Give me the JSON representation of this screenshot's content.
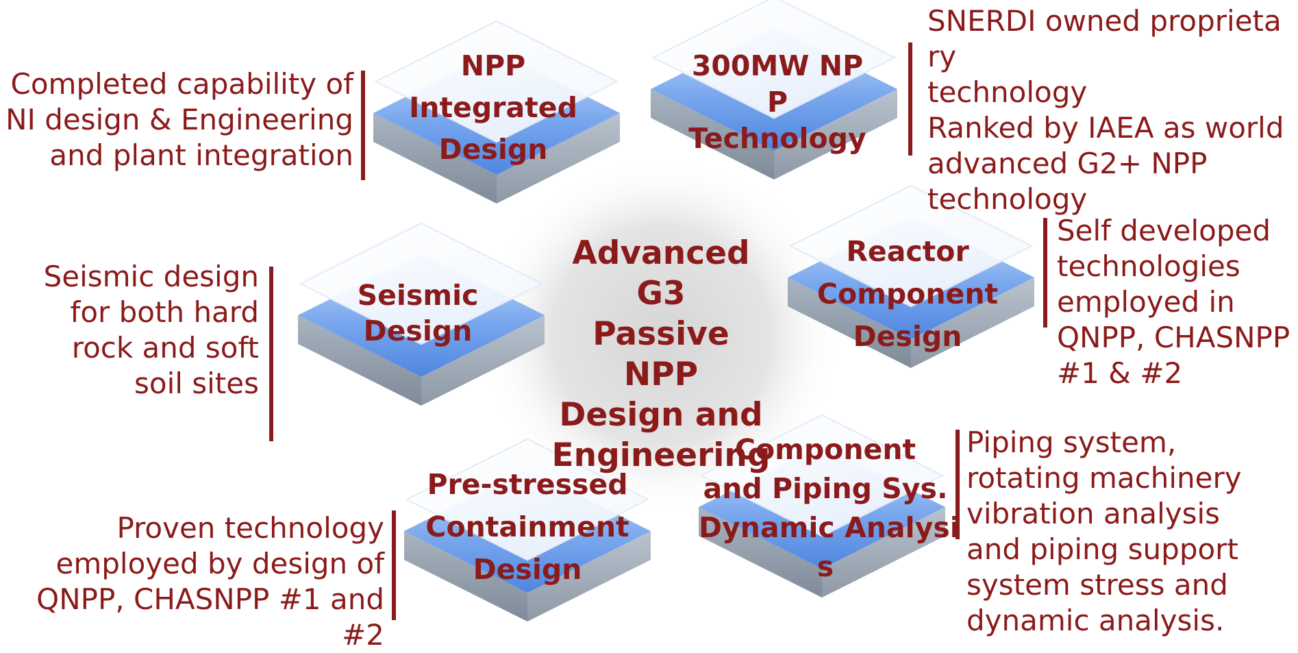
{
  "center": {
    "lines": [
      "Advanced",
      "G3",
      "Passive",
      "NPP",
      "Design and",
      "Engineering"
    ]
  },
  "tiles": {
    "npp_integrated": {
      "lines": [
        "NPP",
        "Integrated",
        "Design"
      ]
    },
    "mw300": {
      "lines": [
        "300MW NP",
        "P",
        "Technology"
      ]
    },
    "reactor": {
      "lines": [
        "Reactor",
        "Component",
        "Design"
      ]
    },
    "seismic": {
      "lines": [
        "Seismic",
        "Design"
      ]
    },
    "prestressed": {
      "lines": [
        "Pre-stressed",
        "Containment",
        "Design"
      ]
    },
    "component_piping": {
      "lines": [
        "Component",
        "and Piping Sys.",
        "Dynamic Analysi",
        "s"
      ]
    }
  },
  "notes": {
    "npp_integrated": {
      "lines": [
        "Completed capability of",
        "NI design & Engineering",
        "and plant integration"
      ]
    },
    "mw300": {
      "lines": [
        "SNERDI owned proprieta",
        "ry",
        "technology",
        "Ranked by IAEA as world",
        "advanced G2+ NPP",
        "technology"
      ]
    },
    "reactor": {
      "lines": [
        "Self developed",
        "technologies",
        "employed in",
        "QNPP, CHASNPP",
        "#1 & #2"
      ]
    },
    "seismic": {
      "lines": [
        "Seismic design",
        "for both hard",
        "rock and soft",
        "soil sites"
      ]
    },
    "prestressed": {
      "lines": [
        "Proven technology",
        "employed by design of",
        "QNPP, CHASNPP #1 and",
        "#2"
      ]
    },
    "component_piping": {
      "lines": [
        "Piping system,",
        "rotating machinery",
        "vibration analysis",
        "and piping support",
        "system stress and",
        "dynamic analysis."
      ]
    }
  },
  "colors": {
    "text": "#8b1a1a",
    "accent_bar": "#8b1a1a",
    "tile_blue": "#5f96ea",
    "tile_side": "#9aa6b4"
  }
}
